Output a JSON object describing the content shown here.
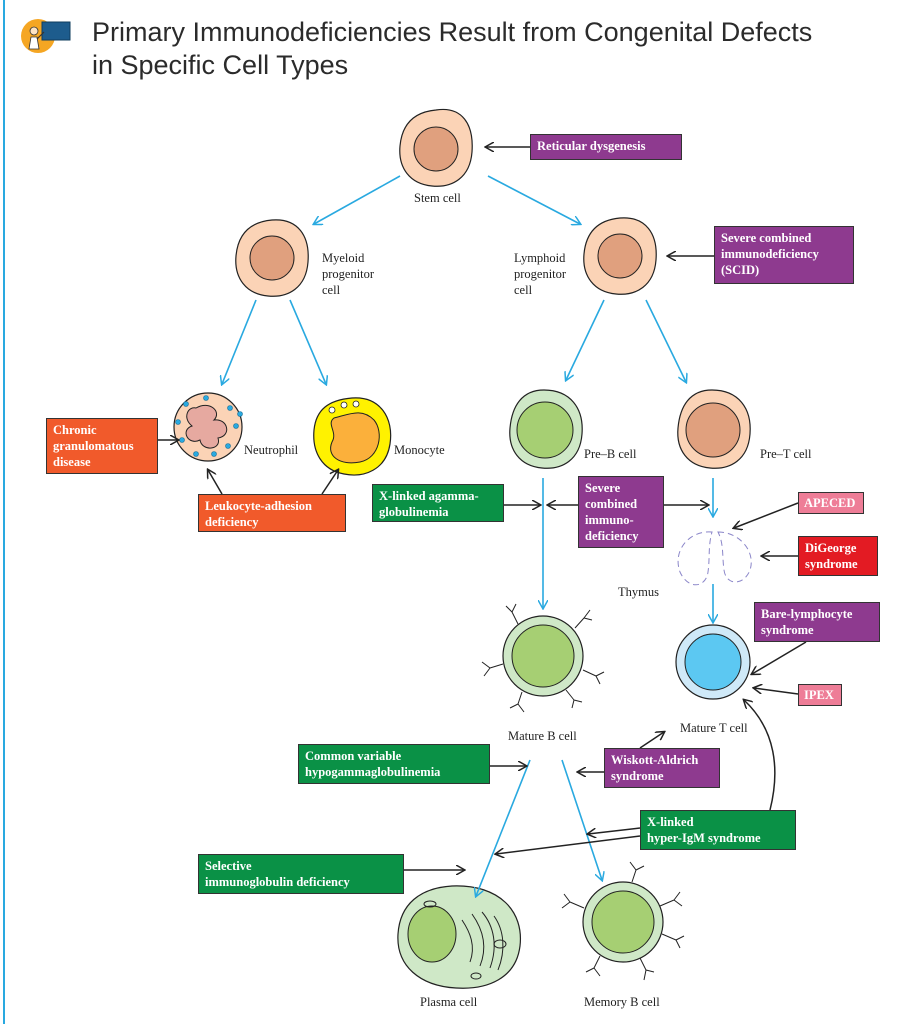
{
  "title_line1": "Primary Immunodeficiencies Result from Congenital Defects",
  "title_line2": "in Specific Cell Types",
  "cells": {
    "stem": "Stem cell",
    "myeloid_1": "Myeloid",
    "myeloid_2": "progenitor",
    "myeloid_3": "cell",
    "lymphoid_1": "Lymphoid",
    "lymphoid_2": "progenitor",
    "lymphoid_3": "cell",
    "neutrophil": "Neutrophil",
    "monocyte": "Monocyte",
    "pre_b": "Pre–B cell",
    "pre_t": "Pre–T cell",
    "thymus": "Thymus",
    "mature_b": "Mature B cell",
    "mature_t": "Mature T cell",
    "plasma": "Plasma cell",
    "memory_b": "Memory B cell"
  },
  "defects": {
    "reticular": "Reticular dysgenesis",
    "scid_1": "Severe combined",
    "scid_2": "immunodeficiency",
    "scid_3": "(SCID)",
    "cgd_1": "Chronic",
    "cgd_2": "granulomatous",
    "cgd_3": "disease",
    "lad_1": "Leukocyte-adhesion",
    "lad_2": "deficiency",
    "xla_1": "X-linked agamma-",
    "xla_2": "globulinemia",
    "scid2_1": "Severe",
    "scid2_2": "combined",
    "scid2_3": "immuno-",
    "scid2_4": "deficiency",
    "apeced": "APECED",
    "digeorge_1": "DiGeorge",
    "digeorge_2": "syndrome",
    "bare_1": "Bare-lymphocyte",
    "bare_2": "syndrome",
    "ipex": "IPEX",
    "cvid_1": "Common variable",
    "cvid_2": "hypogammaglobulinemia",
    "wiskott_1": "Wiskott-Aldrich",
    "wiskott_2": "syndrome",
    "xhigm_1": "X-linked",
    "xhigm_2": "hyper-IgM syndrome",
    "selective_1": "Selective",
    "selective_2": "immunoglobulin deficiency"
  },
  "colors": {
    "arrow_blue": "#29a9e0",
    "purple": "#8e3a8f",
    "green": "#0a9146",
    "orange": "#f15a2b",
    "red": "#e31b23",
    "pink": "#ee7d97"
  }
}
